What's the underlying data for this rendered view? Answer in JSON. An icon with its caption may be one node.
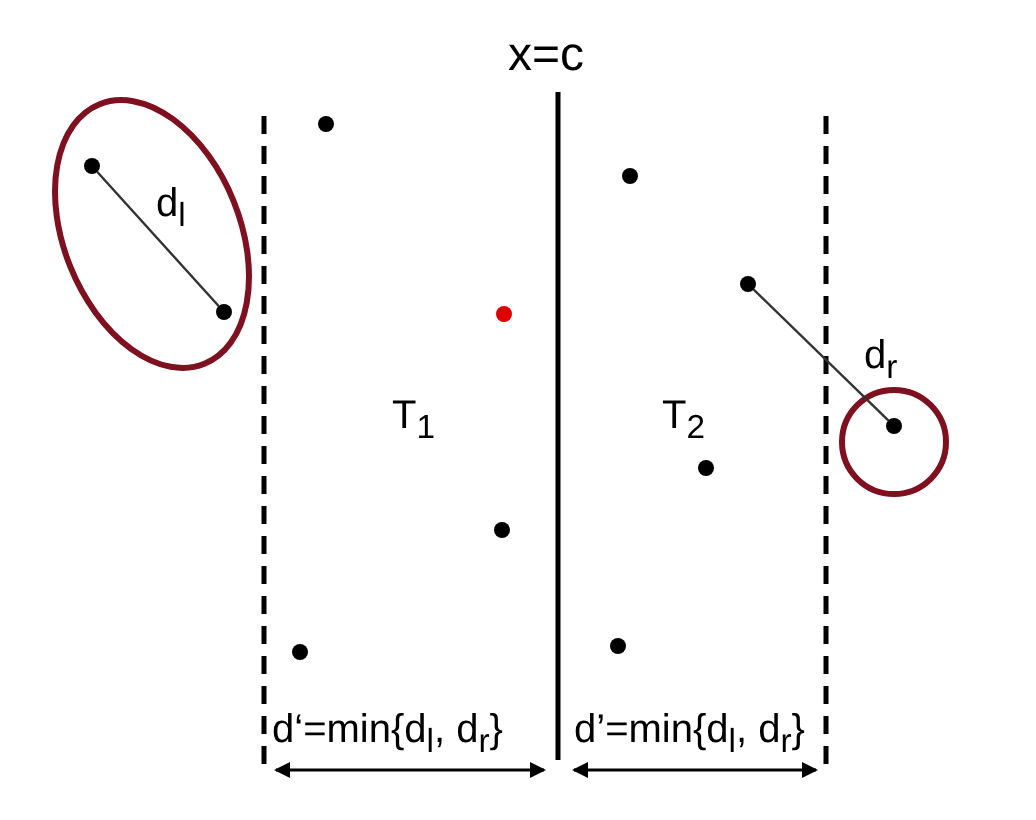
{
  "diagram": {
    "nodes": [
      {
        "text": [],
        "shape": "circle"
      },
      {
        "text": [],
        "shape": "circle"
      },
      {
        "text": [],
        "shape": "circle"
      },
      {
        "text": [],
        "shape": "circle"
      }
    ],
    "edges": [
      {
        "from": 0,
        "to": 1,
        "arrow": "none",
        "label": "d$_{l}$"
      },
      {
        "from": 2,
        "to": 3,
        "arrow": "none",
        "label": "d$_{r}$"
      }
    ],
    "labels": [
      "x=c",
      "T$_{1}$",
      "T$_{2}$",
      "d‘=min{d$_{l}$, d$_{r}$}",
      "d’=min{d$_{l}$, d$_{r}$}"
    ]
  }
}
